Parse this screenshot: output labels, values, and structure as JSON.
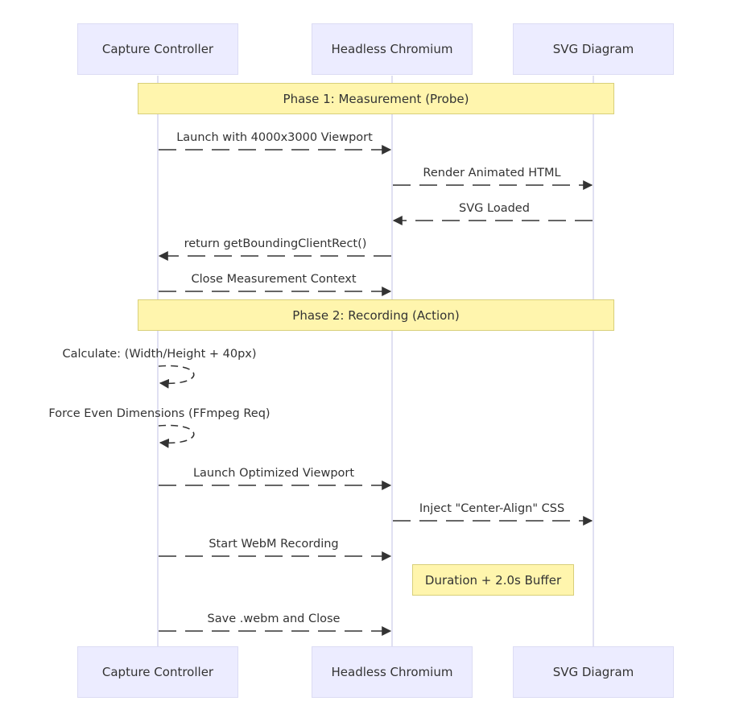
{
  "participants": [
    {
      "id": "controller",
      "label": "Capture Controller"
    },
    {
      "id": "chromium",
      "label": "Headless Chromium"
    },
    {
      "id": "svg",
      "label": "SVG Diagram"
    }
  ],
  "phases": [
    {
      "label": "Phase 1: Measurement (Probe)"
    },
    {
      "label": "Phase 2: Recording (Action)"
    }
  ],
  "messages": [
    {
      "from": "controller",
      "to": "chromium",
      "label": "Launch with 4000x3000 Viewport"
    },
    {
      "from": "chromium",
      "to": "svg",
      "label": "Render Animated HTML"
    },
    {
      "from": "svg",
      "to": "chromium",
      "label": "SVG Loaded"
    },
    {
      "from": "chromium",
      "to": "controller",
      "label": "return getBoundingClientRect()"
    },
    {
      "from": "controller",
      "to": "chromium",
      "label": "Close Measurement Context"
    },
    {
      "from": "controller",
      "to": "controller",
      "label": "Calculate: (Width/Height + 40px)"
    },
    {
      "from": "controller",
      "to": "controller",
      "label": "Force Even Dimensions (FFmpeg Req)"
    },
    {
      "from": "controller",
      "to": "chromium",
      "label": "Launch Optimized Viewport"
    },
    {
      "from": "chromium",
      "to": "svg",
      "label": "Inject \"Center-Align\" CSS"
    },
    {
      "from": "controller",
      "to": "chromium",
      "label": "Start WebM Recording"
    },
    {
      "from": "controller",
      "to": "chromium",
      "label": "Save .webm and Close"
    }
  ],
  "note": {
    "over": "chromium-svg",
    "label": "Duration + 2.0s Buffer"
  },
  "colors": {
    "participant_fill": "#ececff",
    "participant_border": "#dcdcf4",
    "lifeline": "#e0e0f2",
    "note_fill": "#fff5ad",
    "note_border": "#d8cf7a",
    "arrow": "#333333",
    "text": "#333333"
  }
}
